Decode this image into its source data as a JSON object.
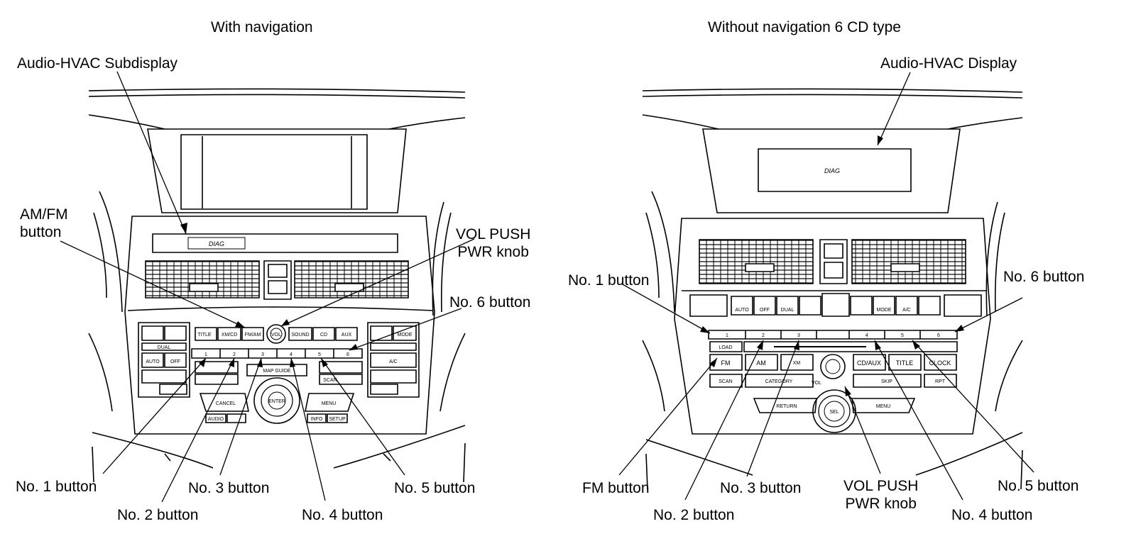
{
  "left": {
    "heading": "With navigation",
    "subdisplay_label": "Audio-HVAC Subdisplay",
    "amfm_label": "AM/FM\nbutton",
    "vol_label": "VOL PUSH\nPWR knob",
    "no6_label": "No. 6 button",
    "no1_label": "No. 1 button",
    "no2_label": "No. 2 button",
    "no3_label": "No. 3 button",
    "no4_label": "No. 4 button",
    "no5_label": "No. 5 button",
    "screen_text": "DIAG",
    "buttons": {
      "title": "TITLE",
      "xm": "XM/CD",
      "fmam": "FM/AM",
      "vol": "VOL",
      "sound": "SOUND",
      "cd": "CD",
      "aux": "AUX",
      "mode": "MODE",
      "auto": "AUTO",
      "off": "OFF",
      "dual": "DUAL",
      "ac": "A/C",
      "map": "MAP",
      "guide": "GUIDE",
      "enter": "ENTER",
      "cancel": "CANCEL",
      "menu": "MENU",
      "audio": "AUDIO",
      "info": "INFO",
      "setup": "SETUP",
      "scan": "SCAN",
      "presets": [
        "1",
        "2",
        "3",
        "4",
        "5",
        "6"
      ]
    }
  },
  "right": {
    "heading": "Without navigation 6 CD type",
    "display_label": "Audio-HVAC Display",
    "no1_label": "No. 1 button",
    "no6_label": "No. 6 button",
    "fm_label": "FM button",
    "no2_label": "No. 2 button",
    "no3_label": "No. 3 button",
    "vol_label": "VOL PUSH\nPWR knob",
    "no4_label": "No. 4 button",
    "no5_label": "No. 5 button",
    "screen_text": "DIAG",
    "buttons": {
      "auto": "AUTO",
      "off": "OFF",
      "dual": "DUAL",
      "mode": "MODE",
      "ac": "A/C",
      "load": "LOAD",
      "fm": "FM",
      "am": "AM",
      "xm": "XM",
      "cdaux": "CD/AUX",
      "title": "TITLE",
      "clock": "CLOCK",
      "scan": "SCAN",
      "category": "CATEGORY",
      "skip": "SKIP",
      "rpt": "RPT",
      "vol": "VOL",
      "return": "RETURN",
      "menu": "MENU",
      "sel": "SEL",
      "presets": [
        "1",
        "2",
        "3",
        "4",
        "5",
        "6"
      ]
    }
  }
}
